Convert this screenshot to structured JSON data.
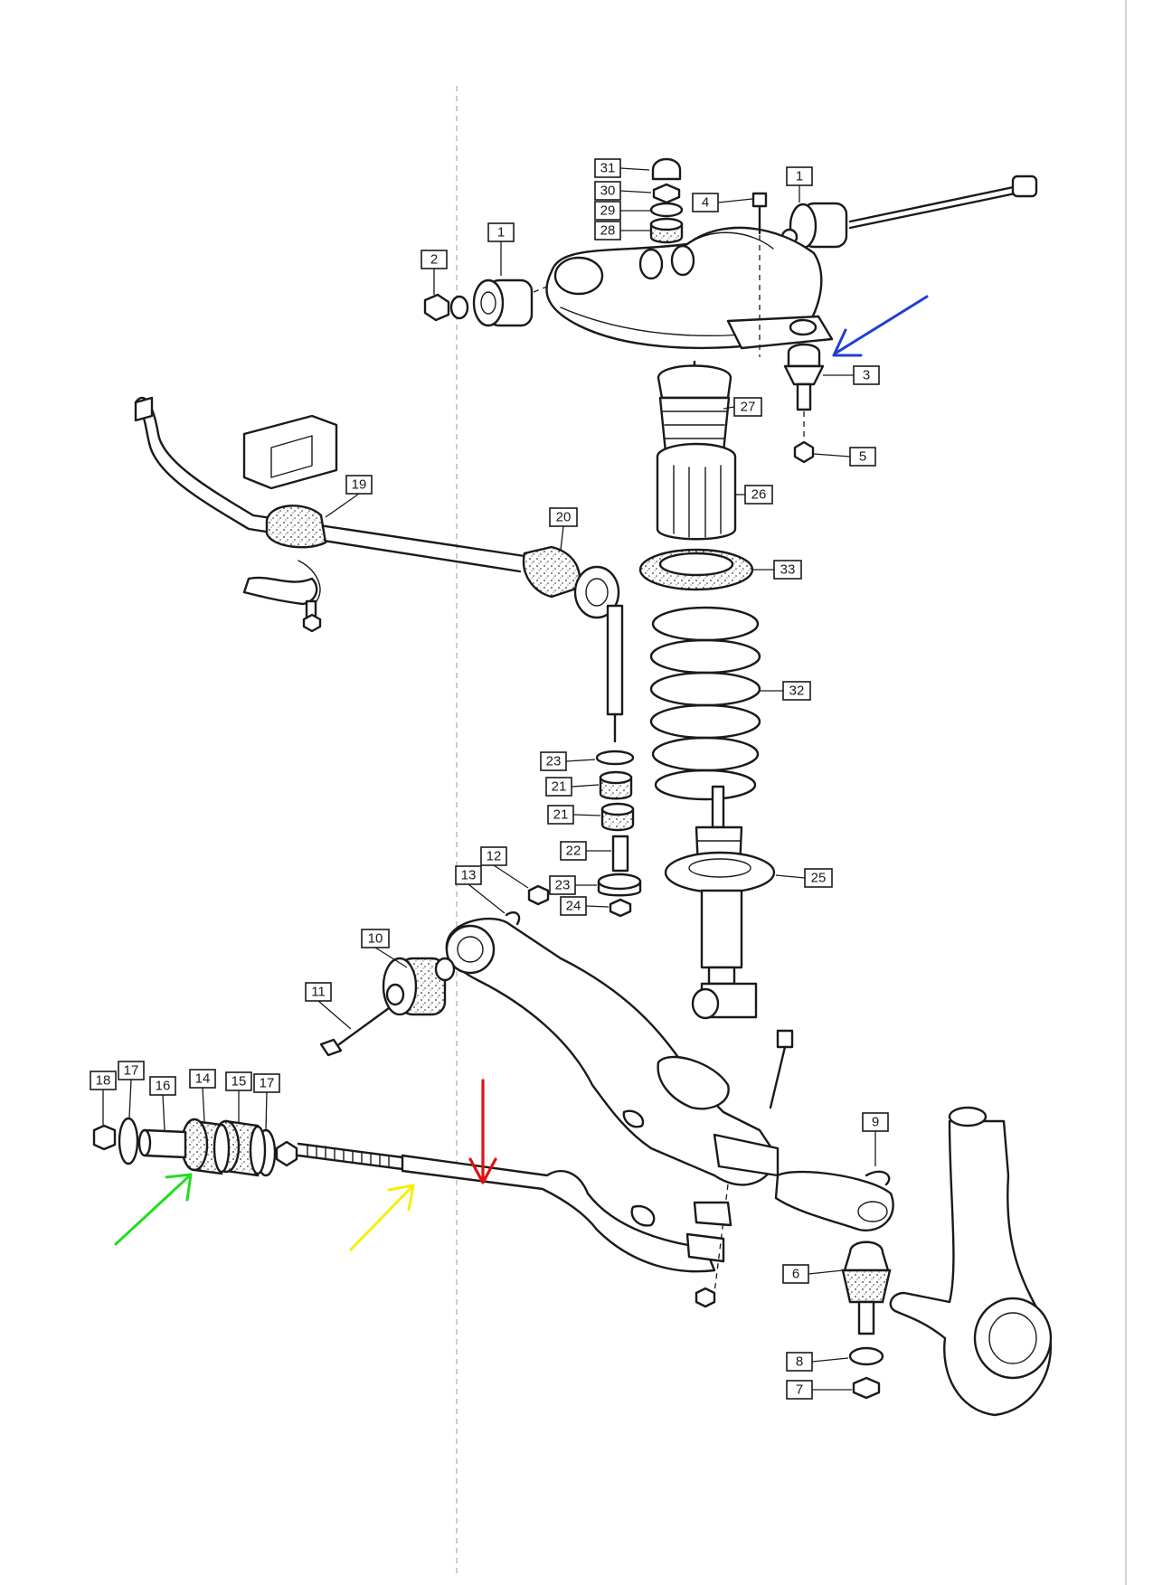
{
  "callouts": [
    {
      "id": "c31",
      "label": "31"
    },
    {
      "id": "c30",
      "label": "30"
    },
    {
      "id": "c29",
      "label": "29"
    },
    {
      "id": "c28",
      "label": "28"
    },
    {
      "id": "c4",
      "label": "4"
    },
    {
      "id": "c1a",
      "label": "1"
    },
    {
      "id": "c1b",
      "label": "1"
    },
    {
      "id": "c2",
      "label": "2"
    },
    {
      "id": "c3",
      "label": "3"
    },
    {
      "id": "c27",
      "label": "27"
    },
    {
      "id": "c5",
      "label": "5"
    },
    {
      "id": "c26",
      "label": "26"
    },
    {
      "id": "c19",
      "label": "19"
    },
    {
      "id": "c20",
      "label": "20"
    },
    {
      "id": "c33",
      "label": "33"
    },
    {
      "id": "c32",
      "label": "32"
    },
    {
      "id": "c23a",
      "label": "23"
    },
    {
      "id": "c21a",
      "label": "21"
    },
    {
      "id": "c21b",
      "label": "21"
    },
    {
      "id": "c22",
      "label": "22"
    },
    {
      "id": "c23b",
      "label": "23"
    },
    {
      "id": "c24",
      "label": "24"
    },
    {
      "id": "c12",
      "label": "12"
    },
    {
      "id": "c13",
      "label": "13"
    },
    {
      "id": "c25",
      "label": "25"
    },
    {
      "id": "c10",
      "label": "10"
    },
    {
      "id": "c11",
      "label": "11"
    },
    {
      "id": "c18",
      "label": "18"
    },
    {
      "id": "c17a",
      "label": "17"
    },
    {
      "id": "c16",
      "label": "16"
    },
    {
      "id": "c14",
      "label": "14"
    },
    {
      "id": "c15",
      "label": "15"
    },
    {
      "id": "c17b",
      "label": "17"
    },
    {
      "id": "c9",
      "label": "9"
    },
    {
      "id": "c6",
      "label": "6"
    },
    {
      "id": "c8",
      "label": "8"
    },
    {
      "id": "c7",
      "label": "7"
    }
  ],
  "annotation_arrows": [
    {
      "id": "blue",
      "color": "#1f3fd6",
      "target": "upper-ball-joint-bracket"
    },
    {
      "id": "red",
      "color": "#e01010",
      "target": "tension-strut-rod"
    },
    {
      "id": "yellow",
      "color": "#f2f200",
      "target": "tension-strut-thread"
    },
    {
      "id": "green",
      "color": "#22dd22",
      "target": "strut-bushing-14"
    }
  ]
}
